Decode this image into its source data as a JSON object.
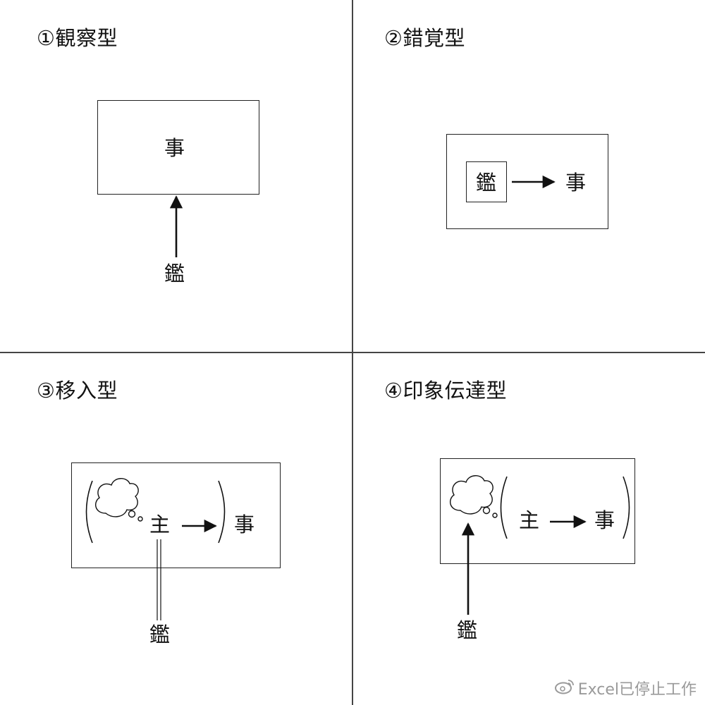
{
  "panels": [
    {
      "title": "①観察型",
      "labels": {
        "koto": "事",
        "kan": "鑑"
      }
    },
    {
      "title": "②錯覚型",
      "labels": {
        "kan": "鑑",
        "koto": "事"
      }
    },
    {
      "title": "③移入型",
      "labels": {
        "shu": "主",
        "koto": "事",
        "kan": "鑑"
      }
    },
    {
      "title": "④印象伝達型",
      "labels": {
        "shu": "主",
        "koto": "事",
        "kan": "鑑"
      }
    }
  ],
  "watermark": {
    "text": "Excel已停止工作",
    "icon": "weibo-icon"
  },
  "colors": {
    "line": "#222222",
    "divider": "#444444",
    "watermark": "#9a9a9a"
  }
}
